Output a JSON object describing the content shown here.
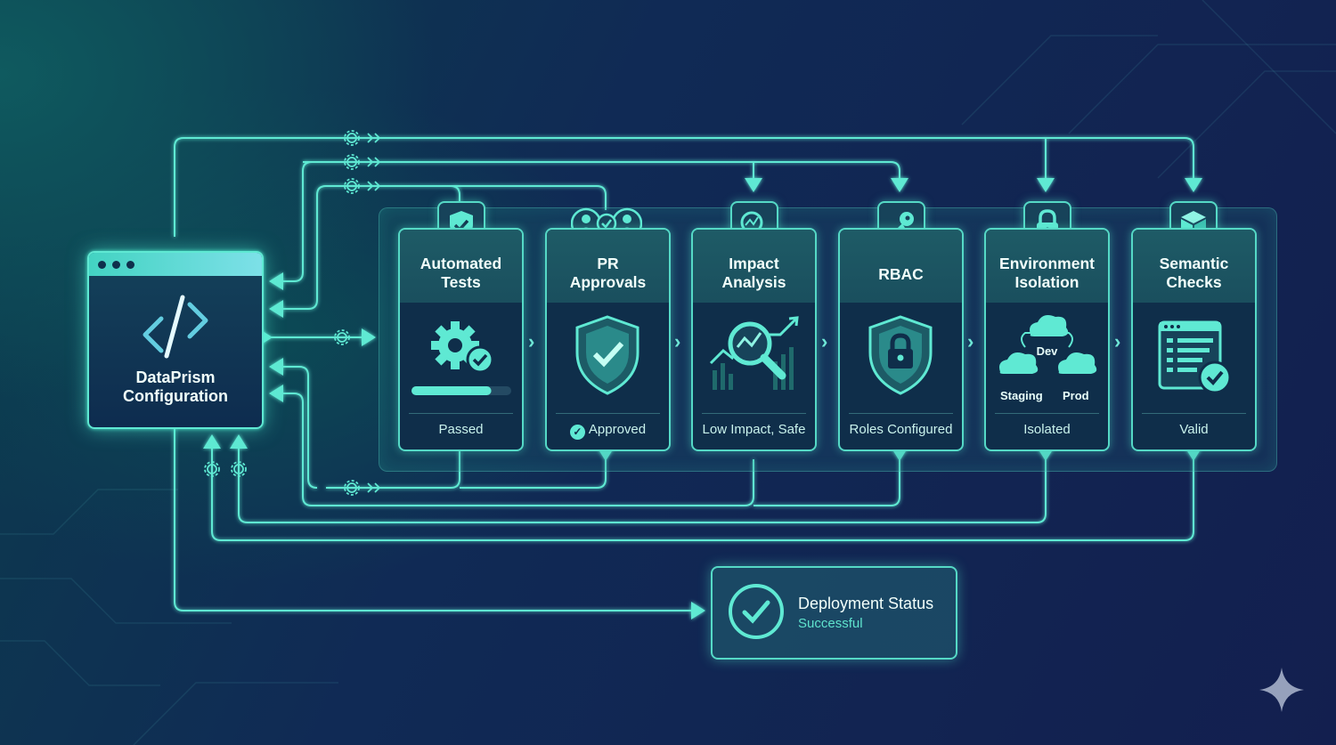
{
  "config": {
    "title_line1": "DataPrism",
    "title_line2": "Configuration"
  },
  "stages": [
    {
      "title_line1": "Automated",
      "title_line2": "Tests",
      "status": "Passed",
      "icon": "shield-check-icon"
    },
    {
      "title_line1": "PR",
      "title_line2": "Approvals",
      "status": "Approved",
      "icon": "users-check-icon"
    },
    {
      "title_line1": "Impact",
      "title_line2": "Analysis",
      "status": "Low Impact, Safe",
      "icon": "chart-magnifier-icon"
    },
    {
      "title_line1": "RBAC",
      "title_line2": "",
      "status": "Roles Configured",
      "icon": "key-icon"
    },
    {
      "title_line1": "Environment",
      "title_line2": "Isolation",
      "status": "Isolated",
      "icon": "lock-icon"
    },
    {
      "title_line1": "Semantic",
      "title_line2": "Checks",
      "status": "Valid",
      "icon": "cube-icon"
    }
  ],
  "environments": {
    "dev": "Dev",
    "staging": "Staging",
    "prod": "Prod"
  },
  "test_progress": 0.8,
  "deployment": {
    "title": "Deployment Status",
    "status": "Successful"
  },
  "colors": {
    "accent": "#55d9c6",
    "glow": "#5fe9d3",
    "background": "#102a55"
  }
}
